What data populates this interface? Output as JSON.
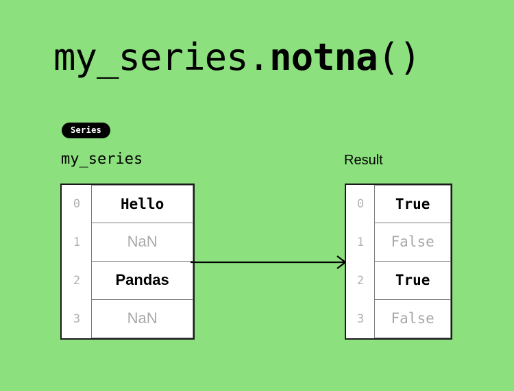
{
  "background_color": "#8ce07e",
  "title": {
    "prefix": "my_series.",
    "method": "notna",
    "suffix": "()"
  },
  "badge": {
    "label": "Series",
    "background": "#000000",
    "text_color": "#ffffff"
  },
  "left_panel": {
    "caption": "my_series",
    "rows": [
      {
        "index": "0",
        "value": "Hello",
        "style": "strong"
      },
      {
        "index": "1",
        "value": "NaN",
        "style": "muted"
      },
      {
        "index": "2",
        "value": "Pandas",
        "style": "sans"
      },
      {
        "index": "3",
        "value": "NaN",
        "style": "sans-muted"
      }
    ]
  },
  "right_panel": {
    "caption": "Result",
    "rows": [
      {
        "index": "0",
        "value": "True",
        "style": "strong"
      },
      {
        "index": "1",
        "value": "False",
        "style": "muted"
      },
      {
        "index": "2",
        "value": "True",
        "style": "strong"
      },
      {
        "index": "3",
        "value": "False",
        "style": "muted"
      }
    ]
  },
  "arrow": {
    "name": "transform-arrow",
    "color": "#000000"
  },
  "colors": {
    "table_border": "#1a1a1a",
    "cell_border": "#7a7a7a",
    "index_text": "#b0b0b0",
    "muted_text": "#a8a8a8",
    "strong_text": "#000000"
  }
}
